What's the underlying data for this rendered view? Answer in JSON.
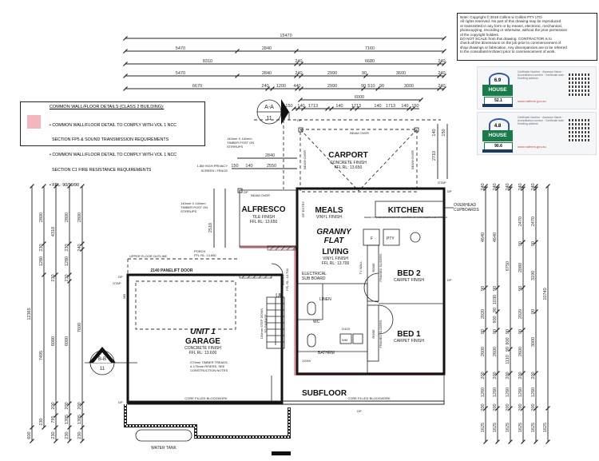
{
  "copyright_note": {
    "lines": [
      "Note: Copyright © 2019 Collins w Collins PTY LTD",
      "All rights reserved. No part of this drawing may be reproduced",
      "or transmitted in any form or by means, electronic, mechanical,",
      "photocopying, recording or otherwise, without the prior permission",
      "of the copyright holders.",
      "DO NOT SCALE from this drawing. CONTRACTOR is to",
      "check all the dimensions on the job prior to commencement of",
      "shop drawings or fabrication. Any discrepancies are to be referred",
      "to the consultant/Architect prior to commencement of work."
    ]
  },
  "certificates": [
    {
      "stars": "6.9",
      "brand": "HOUSE",
      "energy": "52.1",
      "website": "www.nathers.gov.au",
      "info": "Certificate Number · Assessor Name · Accreditation number · Certificate date · Dwelling address"
    },
    {
      "stars": "4.8",
      "brand": "HOUSE",
      "energy": "90.6",
      "website": "www.nathers.gov.au",
      "info": "Certificate Number · Assessor Name · Accreditation number · Certificate date · Dwelling address"
    }
  ],
  "legend": {
    "title": "COMMON WALL/FLOOR DETAILS (CLASS 2 BUILDING):",
    "swatch_color": "#f4b6bd",
    "items": [
      "• COMMON WALL/FLOOR DETAIL TO COMPLY WITH VOL 1 NCC",
      "  SECTION FP5 & SOUND TRANSMISSION REQUIREMENTS",
      "• COMMON WALL/FLOOR DETAIL TO COMPLY WITH VOL 1 NCC",
      "  SECTION C1 FIRE RESISTANCE REQUIREMENTS",
      "• FRL: 90/90/90"
    ]
  },
  "dims_top": [
    [
      "15470"
    ],
    [
      "5470",
      "2840",
      "7160"
    ],
    [
      "8310",
      "240",
      "6680",
      "240"
    ],
    [
      "5470",
      "2840",
      "240",
      "2990",
      "90",
      "3600",
      "240"
    ],
    [
      "6670",
      "240",
      "1200",
      "440",
      "2990",
      "90",
      "510",
      "90",
      "3000",
      "240"
    ],
    [
      "6000"
    ],
    [
      "150",
      "140",
      "1713",
      "140",
      "1713",
      "140",
      "1713",
      "140",
      "150"
    ]
  ],
  "dims_left": [
    [
      "12365",
      "600"
    ],
    [
      "2800",
      "230",
      "1280",
      "7495",
      "230"
    ],
    [
      "4310",
      "230",
      "6000",
      "200",
      "795",
      "230"
    ],
    [
      "2800",
      "230",
      "1280",
      "230",
      "6000",
      "200",
      "1395",
      "230"
    ],
    [
      "2800",
      "240",
      "7600",
      "200",
      "1395",
      "230"
    ]
  ],
  "dims_right": [
    [
      "240",
      "4640",
      "90",
      "2020",
      "90",
      "2600",
      "200",
      "1260",
      "200",
      "1625"
    ],
    [
      "240",
      "4640",
      "90",
      "1030",
      "90",
      "900",
      "90",
      "2600",
      "200",
      "1260",
      "200",
      "1625"
    ],
    [
      "240",
      "6750",
      "90",
      "800",
      "90",
      "1110",
      "200",
      "1260",
      "200",
      "1625"
    ],
    [
      "240",
      "2470",
      "90",
      "2080",
      "90",
      "2020",
      "90",
      "2600",
      "200",
      "1260",
      "200",
      "1625"
    ],
    [
      "240",
      "2470",
      "90",
      "3190",
      "90",
      "3000",
      "200",
      "1260",
      "200",
      "1625"
    ],
    [
      "10740",
      "1625"
    ]
  ],
  "sections": {
    "aa": {
      "label": "A-A",
      "sheet": "11"
    },
    "bb": {
      "label": "B-B",
      "sheet": "11"
    }
  },
  "plan": {
    "carport": {
      "name": "CARPORT",
      "finish": "CONCRETE FINISH",
      "ffl": "FFL RL: 13.650"
    },
    "beam_over": "BEAM OVER",
    "meals": {
      "name": "MEALS",
      "finish": "VINYL FINISH"
    },
    "kitchen": {
      "name": "KITCHEN",
      "note": "REFER KITCHEN DRAWINGS FOR LOCATION OF TAPS RISERS AND FITTINGS"
    },
    "granny_flat": [
      "GRANNY",
      "FLAT"
    ],
    "living": {
      "name": "LIVING",
      "finish": "VINYL FINISH",
      "ffl": "FFL RL: 13.700"
    },
    "alfresco": {
      "name": "ALFRESCO",
      "finish": "TILE FINISH",
      "ffl": "FFL RL: 13.650"
    },
    "bed2": {
      "name": "BED 2",
      "finish": "CARPET FINISH"
    },
    "bed1": {
      "name": "BED 1",
      "finish": "CARPET FINISH"
    },
    "garage": {
      "unit": "UNIT 1",
      "name": "GARAGE",
      "finish": "CONCRETE FINISH",
      "ffl": "FFL RL: 13.600"
    },
    "subfloor": "SUBFLOOR",
    "blockwork": "CORE FILLED BLOCKWORK",
    "water_tank": "WATER TANK",
    "panelift": "2140 PANELIFT DOOR",
    "upper_floor": "UPPER FLOOR OUTLINE",
    "porch": [
      "PORCH",
      "FFL RL: 13.650"
    ],
    "privacy_screen": [
      "1.8M HIGH PRIVACY",
      "SCREEN / FENCE"
    ],
    "post_top": [
      "140mm X 140mm",
      "TIMBER POST ON",
      "STIRRUPS"
    ],
    "post_left": [
      "140mm X 140mm",
      "TIMBER POST ON",
      "STIRRUPS"
    ],
    "electrical": [
      "ELECTRICAL",
      "SUB BOARD"
    ],
    "linen": "LINEN",
    "wc": "WC",
    "bathrm": "BATHRM",
    "vanity": "1200V",
    "wm": "WM",
    "door_2420": "2/420",
    "stairs_note": [
      "270mm TIMBER TREADS",
      "& 175mm RISERS. SEE",
      "CONSTRUCTION NOTES"
    ],
    "overhead": [
      "OVERHEAD",
      "CUPBOARDS"
    ],
    "entry": [
      "ENTRY",
      "FFL RL: 13.700"
    ],
    "up": "UP",
    "step_down": [
      "100mm STEP DOWN",
      "TO GARAGE"
    ],
    "pantry": "PTY",
    "fridge": "F",
    "robe": "ROBE",
    "tv_wall": "TV WALL",
    "framed_sliders": "FRAMED SLIDERS",
    "op_entry": "OP ENTRY",
    "gtap": "GTAP",
    "dp": "DP",
    "mb": "MB",
    "local_dims": {
      "d2840": "2840",
      "d2550": "2550",
      "d150": "150",
      "d140": "140",
      "d2710": "2710",
      "d2510": "2510",
      "d140b": "140",
      "d150b": "150"
    }
  }
}
